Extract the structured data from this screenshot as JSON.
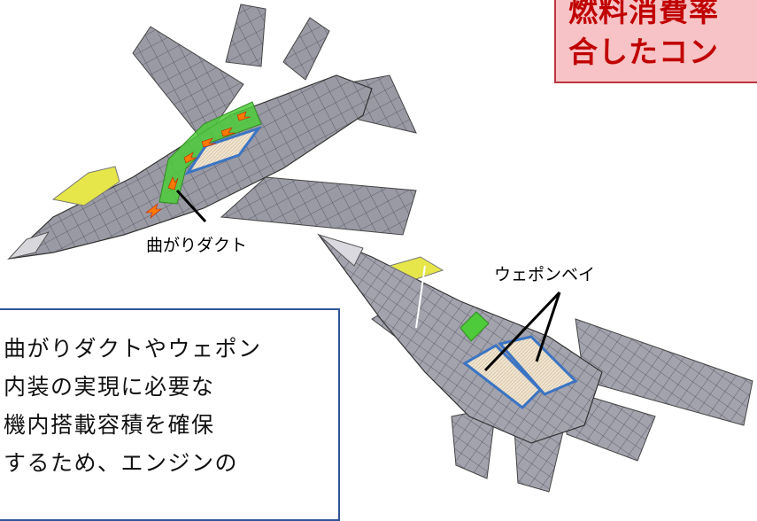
{
  "title_box": {
    "lines": [
      "燃料消費率",
      "合したコン"
    ]
  },
  "labels": {
    "curved_duct": "曲がりダクト",
    "weapon_bay": "ウェポンベイ"
  },
  "description": {
    "lines": [
      "曲がりダクトやウェポン",
      "内装の実現に必要な",
      "機内搭載容積を確保",
      "するため、エンジンの"
    ]
  },
  "colors": {
    "title_fill": "#f7c3c6",
    "title_border": "#b9363f",
    "title_text": "#c00000",
    "desc_border": "#2f5597",
    "duct_green": "#4ecb3a",
    "bay_outline": "#3a74c4",
    "canopy_yellow": "#e6e64a",
    "arrow_orange": "#ff7a00"
  }
}
